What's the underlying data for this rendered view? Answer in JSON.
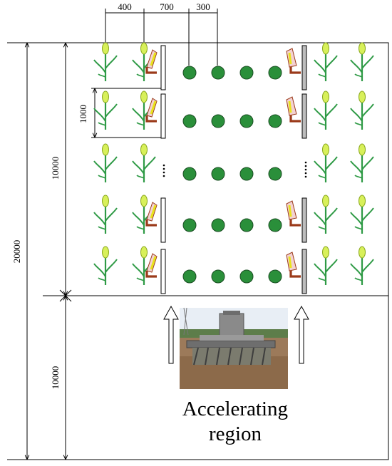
{
  "dimensions": {
    "top_spacing": [
      "400",
      "700",
      "300"
    ],
    "row_pitch": "1000",
    "field_length": "10000",
    "total_length": "20000",
    "accelerating_length": "10000"
  },
  "caption": {
    "line1": "Accelerating",
    "line2": "region"
  },
  "colors": {
    "seedling_green": "#2e9a45",
    "sensor_dot": "#2a8f3a",
    "head_yellow": "#d8f05a",
    "bracket_brown": "#9b3a1a"
  },
  "photo": {
    "description_icon": "harvester-photo"
  }
}
